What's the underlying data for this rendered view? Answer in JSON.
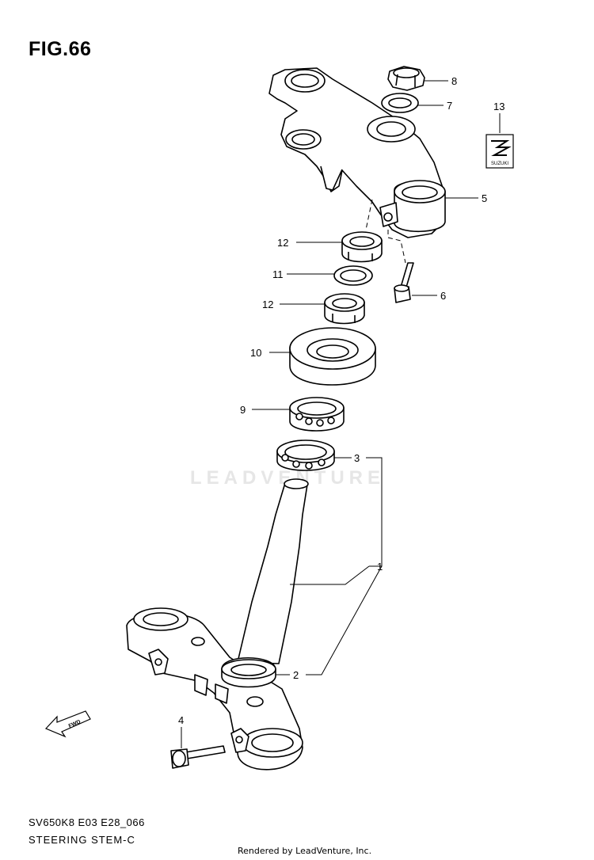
{
  "figure": {
    "title": "FIG.66",
    "model_code": "SV650K8 E03 E28_066",
    "caption": "STEERING STEM-C",
    "credit": "Rendered by LeadVenture, Inc.",
    "watermark": "LEADVENTURE"
  },
  "callouts": [
    {
      "id": "8",
      "label": "8"
    },
    {
      "id": "7",
      "label": "7"
    },
    {
      "id": "13",
      "label": "13"
    },
    {
      "id": "5",
      "label": "5"
    },
    {
      "id": "12a",
      "label": "12"
    },
    {
      "id": "11",
      "label": "11"
    },
    {
      "id": "6",
      "label": "6"
    },
    {
      "id": "12b",
      "label": "12"
    },
    {
      "id": "10",
      "label": "10"
    },
    {
      "id": "9",
      "label": "9"
    },
    {
      "id": "3",
      "label": "3"
    },
    {
      "id": "1",
      "label": "1"
    },
    {
      "id": "2",
      "label": "2"
    },
    {
      "id": "4",
      "label": "4"
    }
  ],
  "badges": {
    "brand_badge_text": "SUZUKI",
    "fwd_arrow_text": "FWD"
  },
  "colors": {
    "line": "#000000",
    "watermark": "#e6e6e6"
  }
}
